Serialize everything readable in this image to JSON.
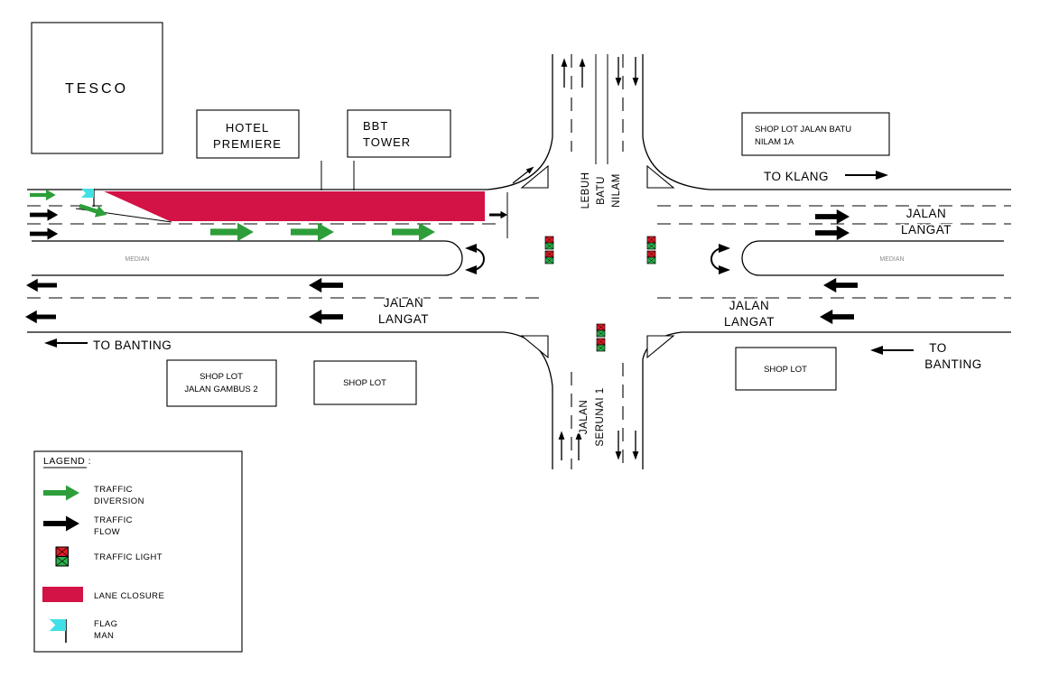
{
  "colors": {
    "diversion": "#2d9e3a",
    "closure": "#d31245",
    "flag": "#41e0e6",
    "sig_red": "#e01b24",
    "sig_green": "#2bb24c"
  },
  "buildings": {
    "tesco": "TESCO",
    "hotel": {
      "l1": "HOTEL",
      "l2": "PREMIERE"
    },
    "bbt": {
      "l1": "BBT",
      "l2": "TOWER"
    },
    "shoplot_batu": {
      "l1": "SHOP LOT JALAN BATU",
      "l2": "NILAM 1A"
    },
    "shoplot_gambus": {
      "l1": "SHOP LOT",
      "l2": "JALAN GAMBUS 2"
    },
    "shoplot_center": "SHOP LOT",
    "shoplot_right": "SHOP LOT"
  },
  "roads": {
    "jalan": "JALAN",
    "langat": "LANGAT",
    "lebuh": "LEBUH",
    "batu": "BATU",
    "nilam": "NILAM",
    "serunai": "SERUNAI 1",
    "median": "MEDIAN",
    "to_klang": "TO KLANG",
    "to_banting": "TO BANTING",
    "to": "TO",
    "banting": "BANTING"
  },
  "legend": {
    "title": "LAGEND :",
    "diversion_l1": "TRAFFIC",
    "diversion_l2": "DIVERSION",
    "flow_l1": "TRAFFIC",
    "flow_l2": "FLOW",
    "light": "TRAFFIC LIGHT",
    "closure": "LANE CLOSURE",
    "flag_l1": "FLAG",
    "flag_l2": "MAN"
  }
}
